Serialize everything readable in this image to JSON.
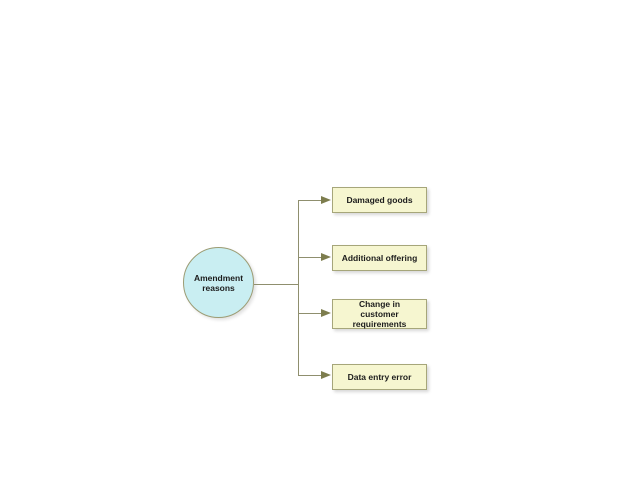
{
  "diagram": {
    "center_node": {
      "label": "Amendment reasons"
    },
    "nodes": [
      {
        "label": "Damaged goods"
      },
      {
        "label": "Additional offering"
      },
      {
        "label": "Change in customer requirements"
      },
      {
        "label": "Data entry error"
      }
    ]
  },
  "colors": {
    "background": "#ffffff",
    "node_fill": "#f6f6d0",
    "node_border": "#a6a67a",
    "circle_fill": "#c9eef2",
    "circle_border": "#9c9c74",
    "line": "#8f8f6e",
    "arrow": "#7d7d4e",
    "text": "#1c1c1c"
  }
}
